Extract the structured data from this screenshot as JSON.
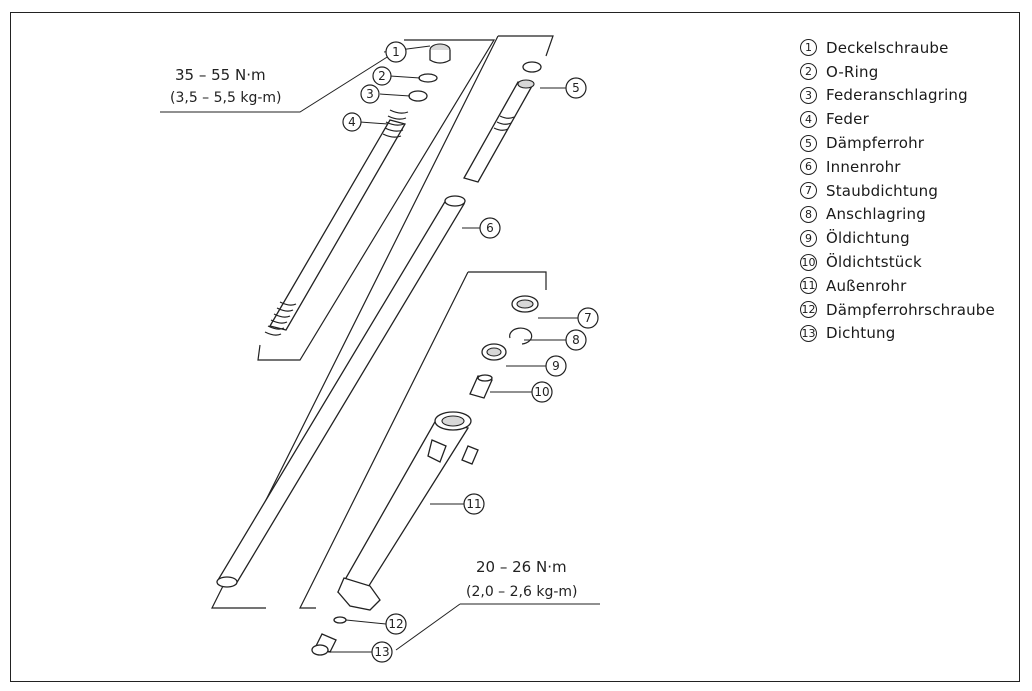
{
  "torque_top": {
    "nm": "35 – 55 N·m",
    "kgm": "(3,5 – 5,5 kg-m)"
  },
  "torque_bottom": {
    "nm": "20 – 26 N·m",
    "kgm": "(2,0 – 2,6 kg-m)"
  },
  "callouts": [
    "1",
    "2",
    "3",
    "4",
    "5",
    "6",
    "7",
    "8",
    "9",
    "10",
    "11",
    "12",
    "13"
  ],
  "legend": [
    {
      "num": "1",
      "label": "Deckelschraube"
    },
    {
      "num": "2",
      "label": "O-Ring"
    },
    {
      "num": "3",
      "label": "Federanschlagring"
    },
    {
      "num": "4",
      "label": "Feder"
    },
    {
      "num": "5",
      "label": "Dämpferrohr"
    },
    {
      "num": "6",
      "label": "Innenrohr"
    },
    {
      "num": "7",
      "label": "Staubdichtung"
    },
    {
      "num": "8",
      "label": "Anschlagring"
    },
    {
      "num": "9",
      "label": "Öldichtung"
    },
    {
      "num": "10",
      "label": "Öldichtstück"
    },
    {
      "num": "11",
      "label": "Außenrohr"
    },
    {
      "num": "12",
      "label": "Dämpferrohrschraube"
    },
    {
      "num": "13",
      "label": "Dichtung"
    }
  ]
}
